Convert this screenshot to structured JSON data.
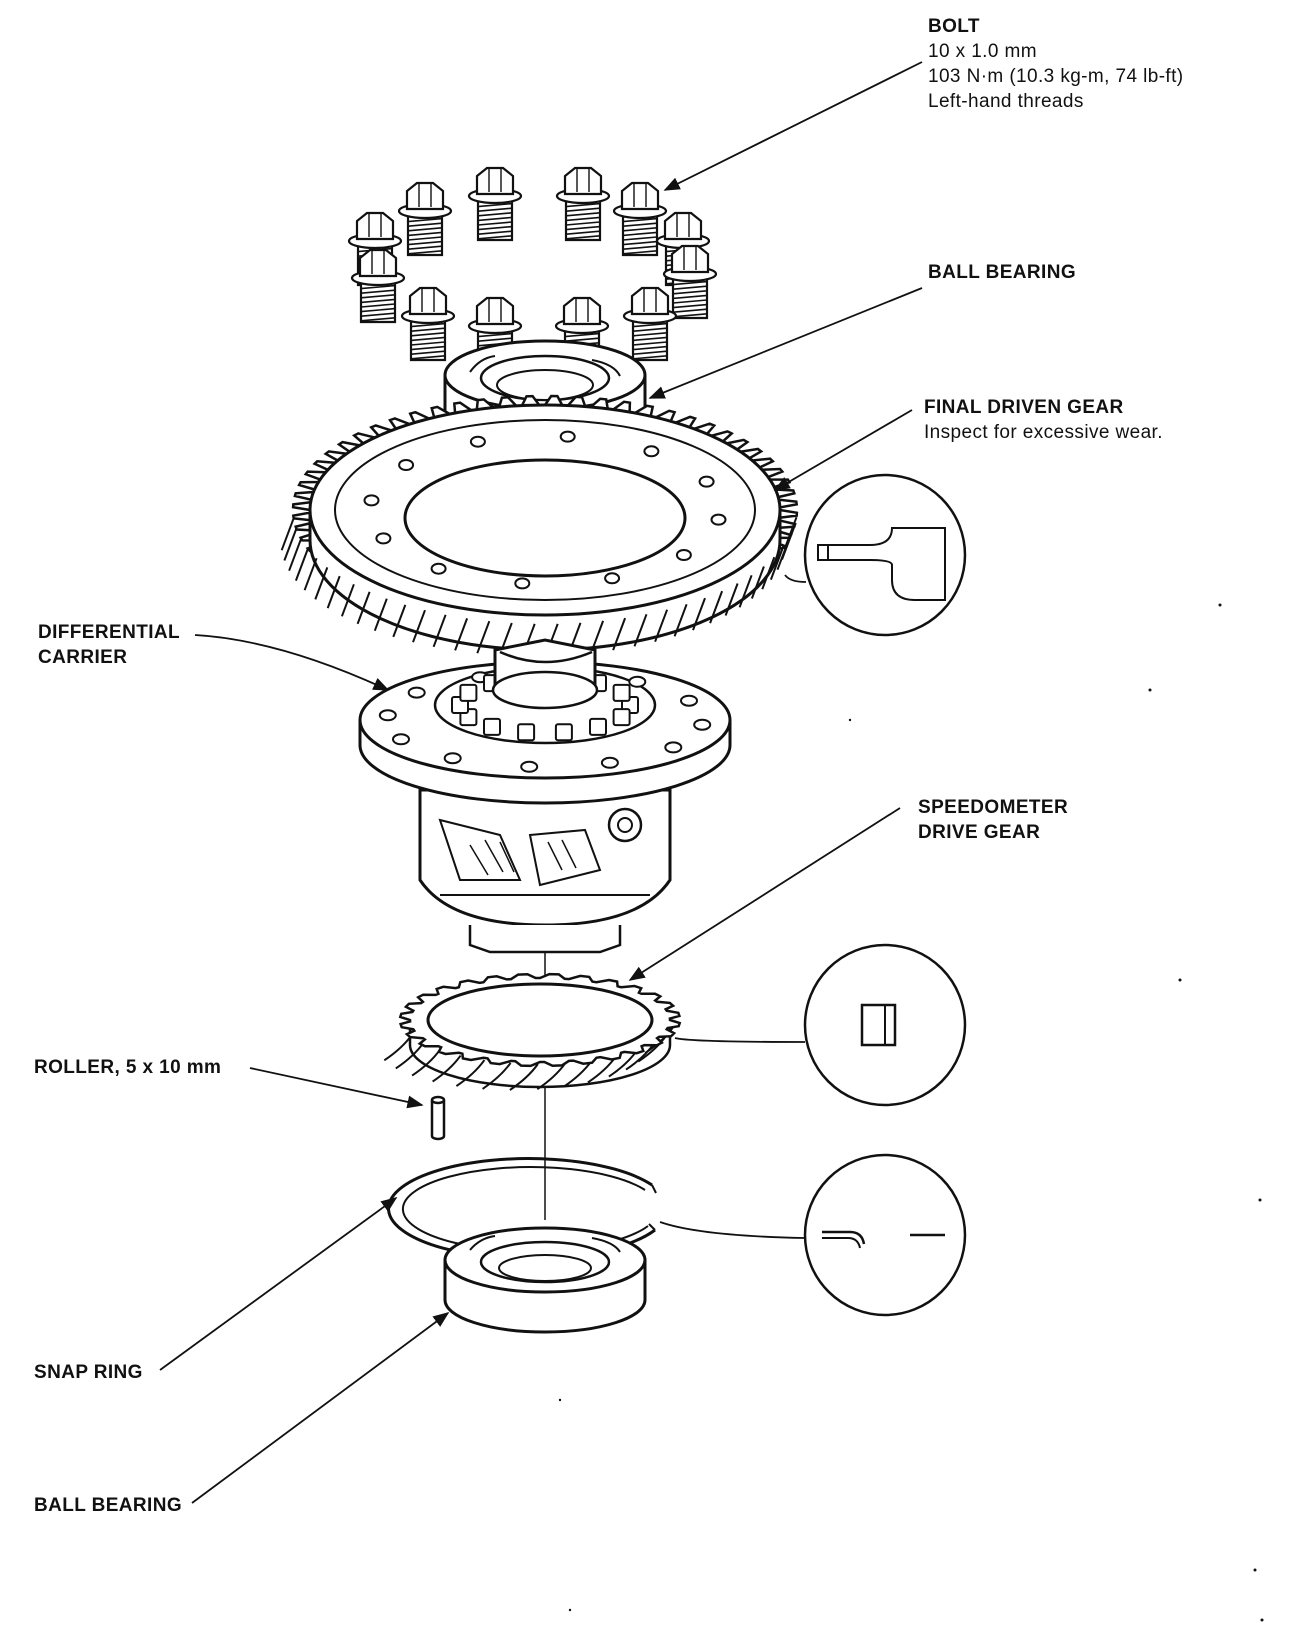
{
  "labels": {
    "bolt": {
      "name": "BOLT",
      "size": "10 x 1.0 mm",
      "torque": "103 N·m (10.3 kg-m, 74 lb-ft)",
      "note": "Left-hand threads"
    },
    "ball_bearing_top": {
      "name": "BALL BEARING"
    },
    "final_driven_gear": {
      "name": "FINAL DRIVEN GEAR",
      "note": "Inspect for excessive wear."
    },
    "differential_carrier": {
      "line1": "DIFFERENTIAL",
      "line2": "CARRIER"
    },
    "speedometer_drive_gear": {
      "line1": "SPEEDOMETER",
      "line2": "DRIVE GEAR"
    },
    "roller": {
      "name": "ROLLER, 5 x 10 mm"
    },
    "snap_ring": {
      "name": "SNAP RING"
    },
    "ball_bearing_bottom": {
      "name": "BALL BEARING"
    }
  },
  "colors": {
    "ink": "#111111",
    "paper": "#ffffff"
  }
}
